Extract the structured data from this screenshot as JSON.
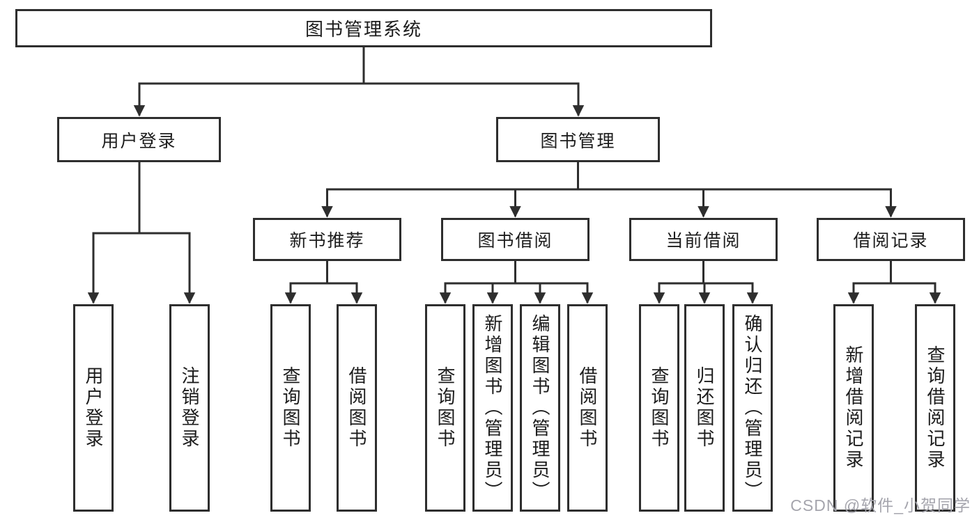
{
  "colors": {
    "line": "#2e2e2e",
    "text": "#1c1c1c",
    "background": "#ffffff",
    "watermark": "#a5a5ad"
  },
  "tree": {
    "root": {
      "label": "图书管理系统"
    },
    "branches": [
      {
        "label": "用户登录",
        "children": [
          {
            "label": "用户登录"
          },
          {
            "label": "注销登录"
          }
        ]
      },
      {
        "label": "图书管理",
        "children": [
          {
            "label": "新书推荐",
            "children": [
              {
                "label": "查询图书"
              },
              {
                "label": "借阅图书"
              }
            ]
          },
          {
            "label": "图书借阅",
            "children": [
              {
                "label": "查询图书"
              },
              {
                "label": "新增图书（管理员）"
              },
              {
                "label": "编辑图书（管理员）"
              },
              {
                "label": "借阅图书"
              }
            ]
          },
          {
            "label": "当前借阅",
            "children": [
              {
                "label": "查询图书"
              },
              {
                "label": "归还图书"
              },
              {
                "label": "确认归还（管理员）"
              }
            ]
          },
          {
            "label": "借阅记录",
            "children": [
              {
                "label": "新增借阅记录"
              },
              {
                "label": "查询借阅记录"
              }
            ]
          }
        ]
      }
    ]
  },
  "watermark": {
    "text": "CSDN @软件_小贺同学"
  }
}
